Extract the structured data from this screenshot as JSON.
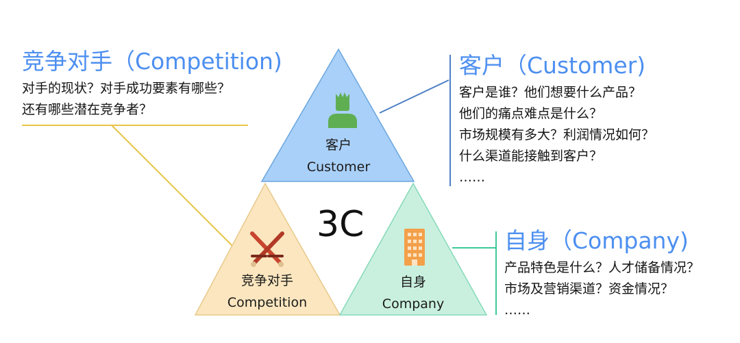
{
  "center": {
    "label": "3C"
  },
  "customer": {
    "heading": "客户（Customer)",
    "questions": [
      "客户是谁？他们想要什么产品？",
      "他们的痛点难点是什么？",
      "市场规模有多大？利润情况如何？",
      "什么渠道能接触到客户？",
      "……"
    ],
    "tri_label_cn": "客户",
    "tri_label_en": "Customer",
    "icon": "person-crown-icon",
    "color": "#a9d0f8",
    "edge_color": "#6aa6e0"
  },
  "competition": {
    "heading": "竞争对手（Competition)",
    "questions": [
      "对手的现状？对手成功要素有哪些？",
      "还有哪些潜在竞争者？"
    ],
    "tri_label_cn": "竞争对手",
    "tri_label_en": "Competition",
    "icon": "crossed-swords-icon",
    "color": "#fbe6bf",
    "edge_color": "#e8c98a"
  },
  "company": {
    "heading": "自身（Company)",
    "questions": [
      "产品特色是什么？人才储备情况？",
      "市场及营销渠道？资金情况？",
      "……"
    ],
    "tri_label_cn": "自身",
    "tri_label_en": "Company",
    "icon": "building-icon",
    "color": "#c9f0df",
    "edge_color": "#86d9b8"
  }
}
